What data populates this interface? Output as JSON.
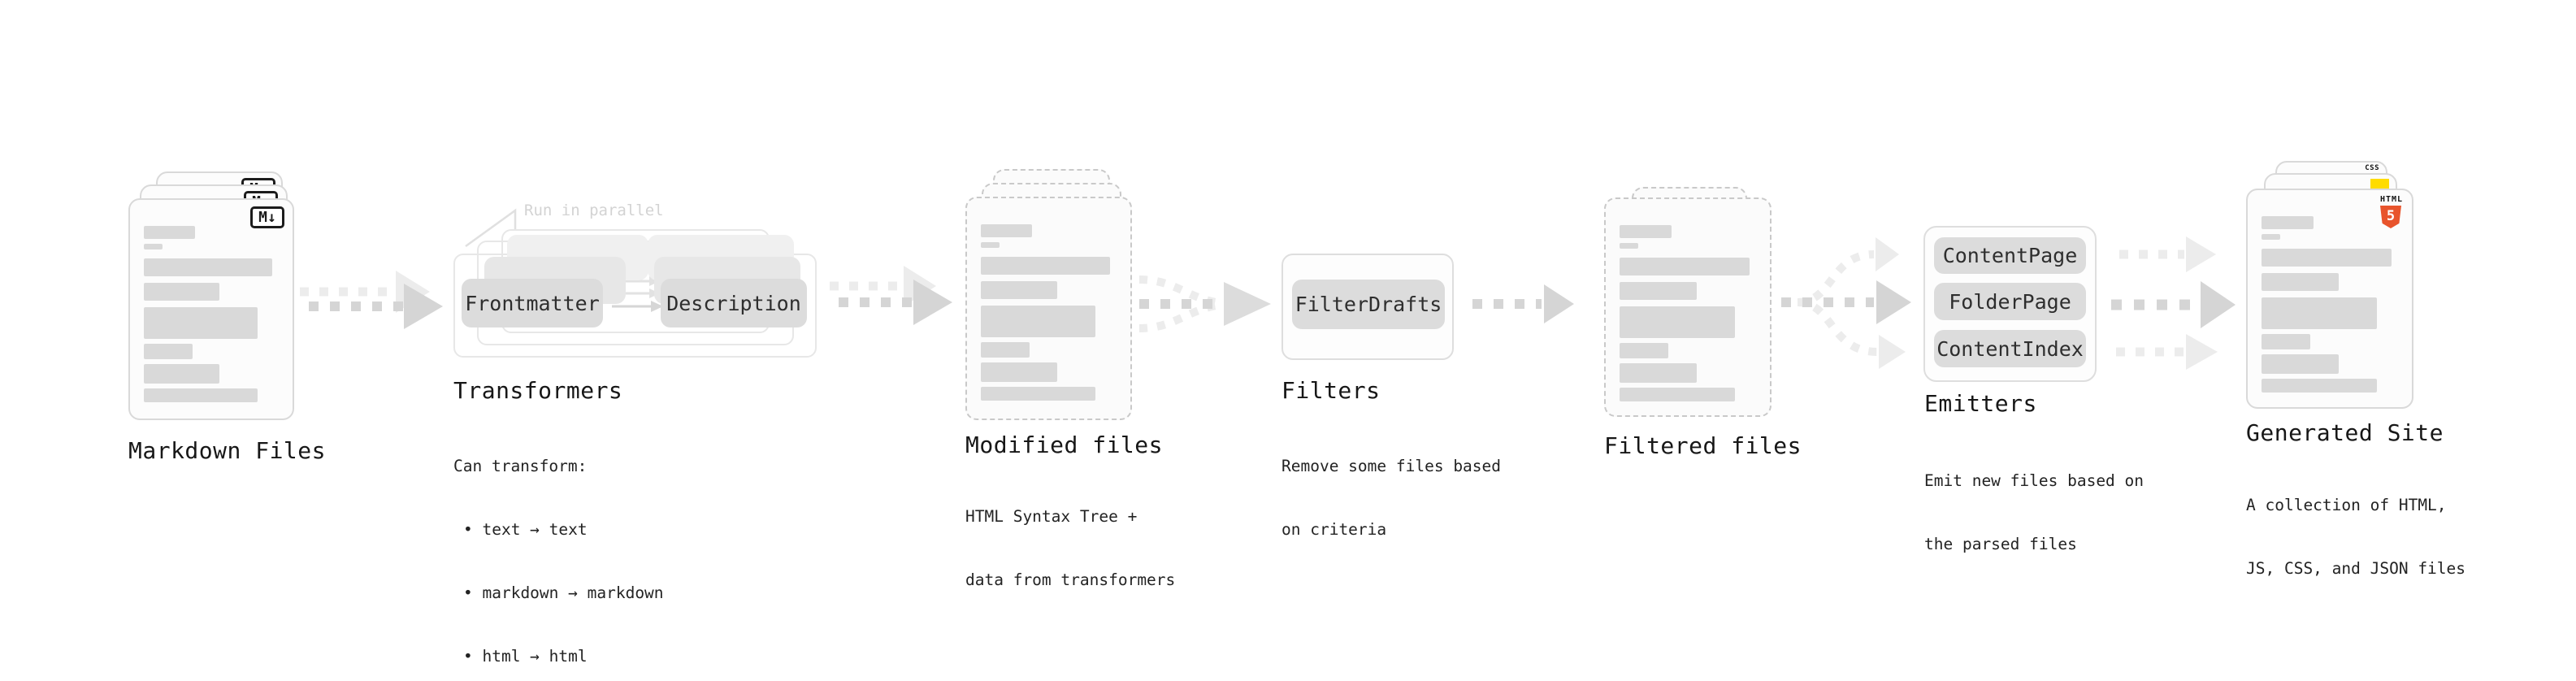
{
  "markdown": {
    "label": "Markdown Files",
    "badge": "M↓"
  },
  "transformers": {
    "callout": "Run in parallel",
    "pill_frontmatter": "Frontmatter",
    "pill_description": "Description",
    "label": "Transformers",
    "body": "Can transform:",
    "bullets": [
      "• text → text",
      "• markdown → markdown",
      "• html → html"
    ]
  },
  "modified": {
    "label": "Modified files",
    "body_line1": "HTML Syntax Tree +",
    "body_line2": "data from transformers"
  },
  "filters": {
    "pill": "FilterDrafts",
    "label": "Filters",
    "body_line1": "Remove some files based",
    "body_line2": "on criteria"
  },
  "filtered": {
    "label": "Filtered files"
  },
  "emitters": {
    "pill_1": "ContentPage",
    "pill_2": "FolderPage",
    "pill_3": "ContentIndex",
    "label": "Emitters",
    "body_line1": "Emit new files based on",
    "body_line2": "the parsed files"
  },
  "generated": {
    "label": "Generated Site",
    "body_line1": "A collection of HTML,",
    "body_line2": "JS, CSS, and JSON files",
    "badge_css": "CSS",
    "badge_html": "HTML",
    "badge_html_number": "5"
  },
  "colors": {
    "html5_orange": "#e8542c",
    "js_yellow": "#ffdc00",
    "css_blue": "#2f6bf0"
  }
}
